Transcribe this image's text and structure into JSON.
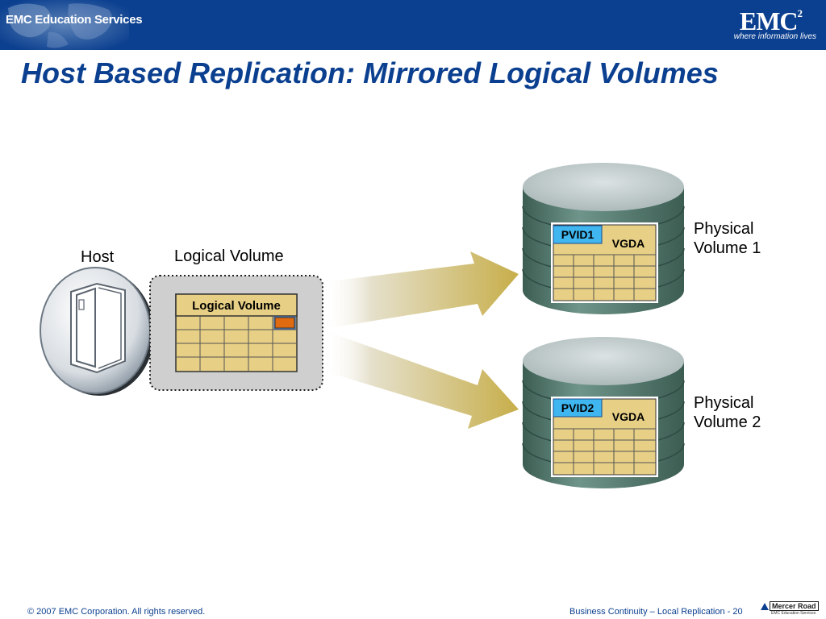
{
  "header": {
    "left_brand": "EMC Education Services",
    "logo": "EMC",
    "logo_superscript": "2",
    "tagline": "where information lives"
  },
  "slide": {
    "title": "Host Based Replication: Mirrored Logical Volumes"
  },
  "diagram": {
    "host_label": "Host",
    "logical_volume_label": "Logical Volume",
    "logical_volume_box_label": "Logical Volume",
    "physical_volume_1_label_line1": "Physical",
    "physical_volume_1_label_line2": "Volume 1",
    "physical_volume_2_label_line1": "Physical",
    "physical_volume_2_label_line2": "Volume 2",
    "pv1_id": "PVID1",
    "pv1_vgda": "VGDA",
    "pv2_id": "PVID2",
    "pv2_vgda": "VGDA"
  },
  "footer": {
    "copyright": "© 2007 EMC Corporation. All rights reserved.",
    "course": "Business Continuity – Local Replication - 20",
    "partner_logo": "Mercer Road",
    "partner_sub": "EMC Education Services"
  },
  "colors": {
    "header_blue": "#0b3f8f",
    "grid_gold": "#e7cf85",
    "arrow_gold": "#c9b052",
    "disk_green": "#5b7f73",
    "pvid_blue": "#3fb6f0",
    "highlight_orange": "#e06a10"
  }
}
